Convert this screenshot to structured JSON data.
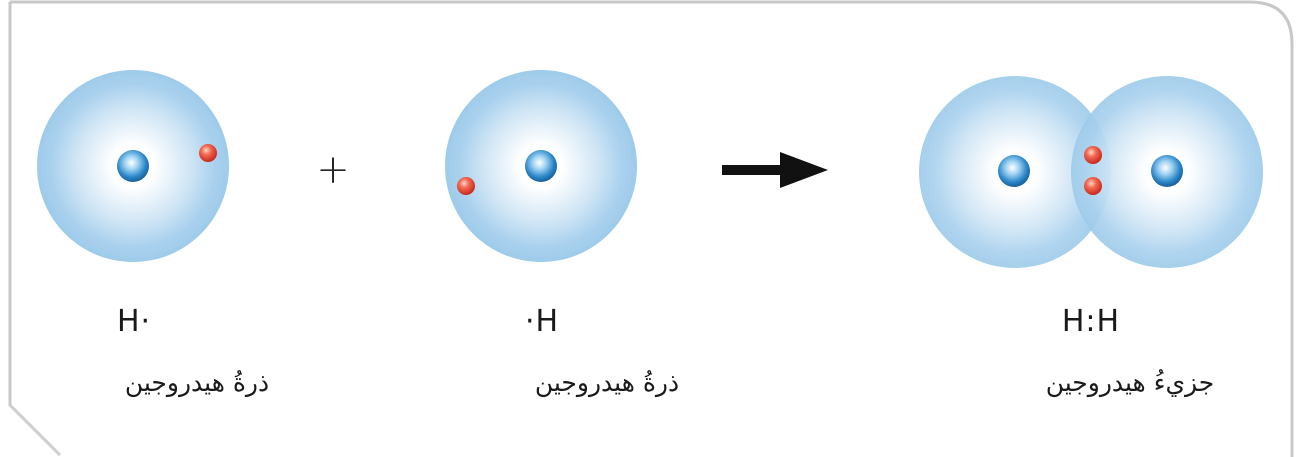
{
  "diagram": {
    "plus_sign": "+",
    "left_atom": {
      "formula": "H·",
      "caption": "ذرةُ هيدروجين"
    },
    "middle_atom": {
      "formula": "·H",
      "caption": "ذرةُ هيدروجين"
    },
    "molecule": {
      "formula": "H:H",
      "caption": "جزيءُ هيدروجين"
    },
    "colors": {
      "cloud": "#9ecbea",
      "nucleus": "#2a86c8",
      "electron": "#e53a2c",
      "frame": "#c8c8c8",
      "arrow": "#111111"
    }
  }
}
